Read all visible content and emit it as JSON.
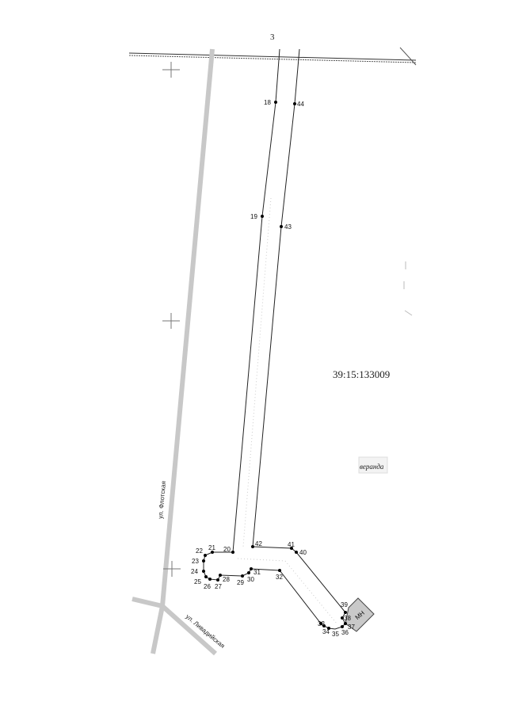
{
  "map": {
    "top_number": "3",
    "cadastral_number": "39:15:133009",
    "street_flotskaya": "ул. Флотская",
    "street_livadiyskaya": "ул. Ливадийская",
    "building_veranda": "веранда",
    "building_mn": "МН"
  },
  "points": [
    "18",
    "19",
    "20",
    "21",
    "22",
    "23",
    "24",
    "25",
    "26",
    "27",
    "28",
    "29",
    "30",
    "31",
    "32",
    "33",
    "34",
    "35",
    "36",
    "37",
    "38",
    "39",
    "40",
    "41",
    "42",
    "43",
    "44"
  ]
}
